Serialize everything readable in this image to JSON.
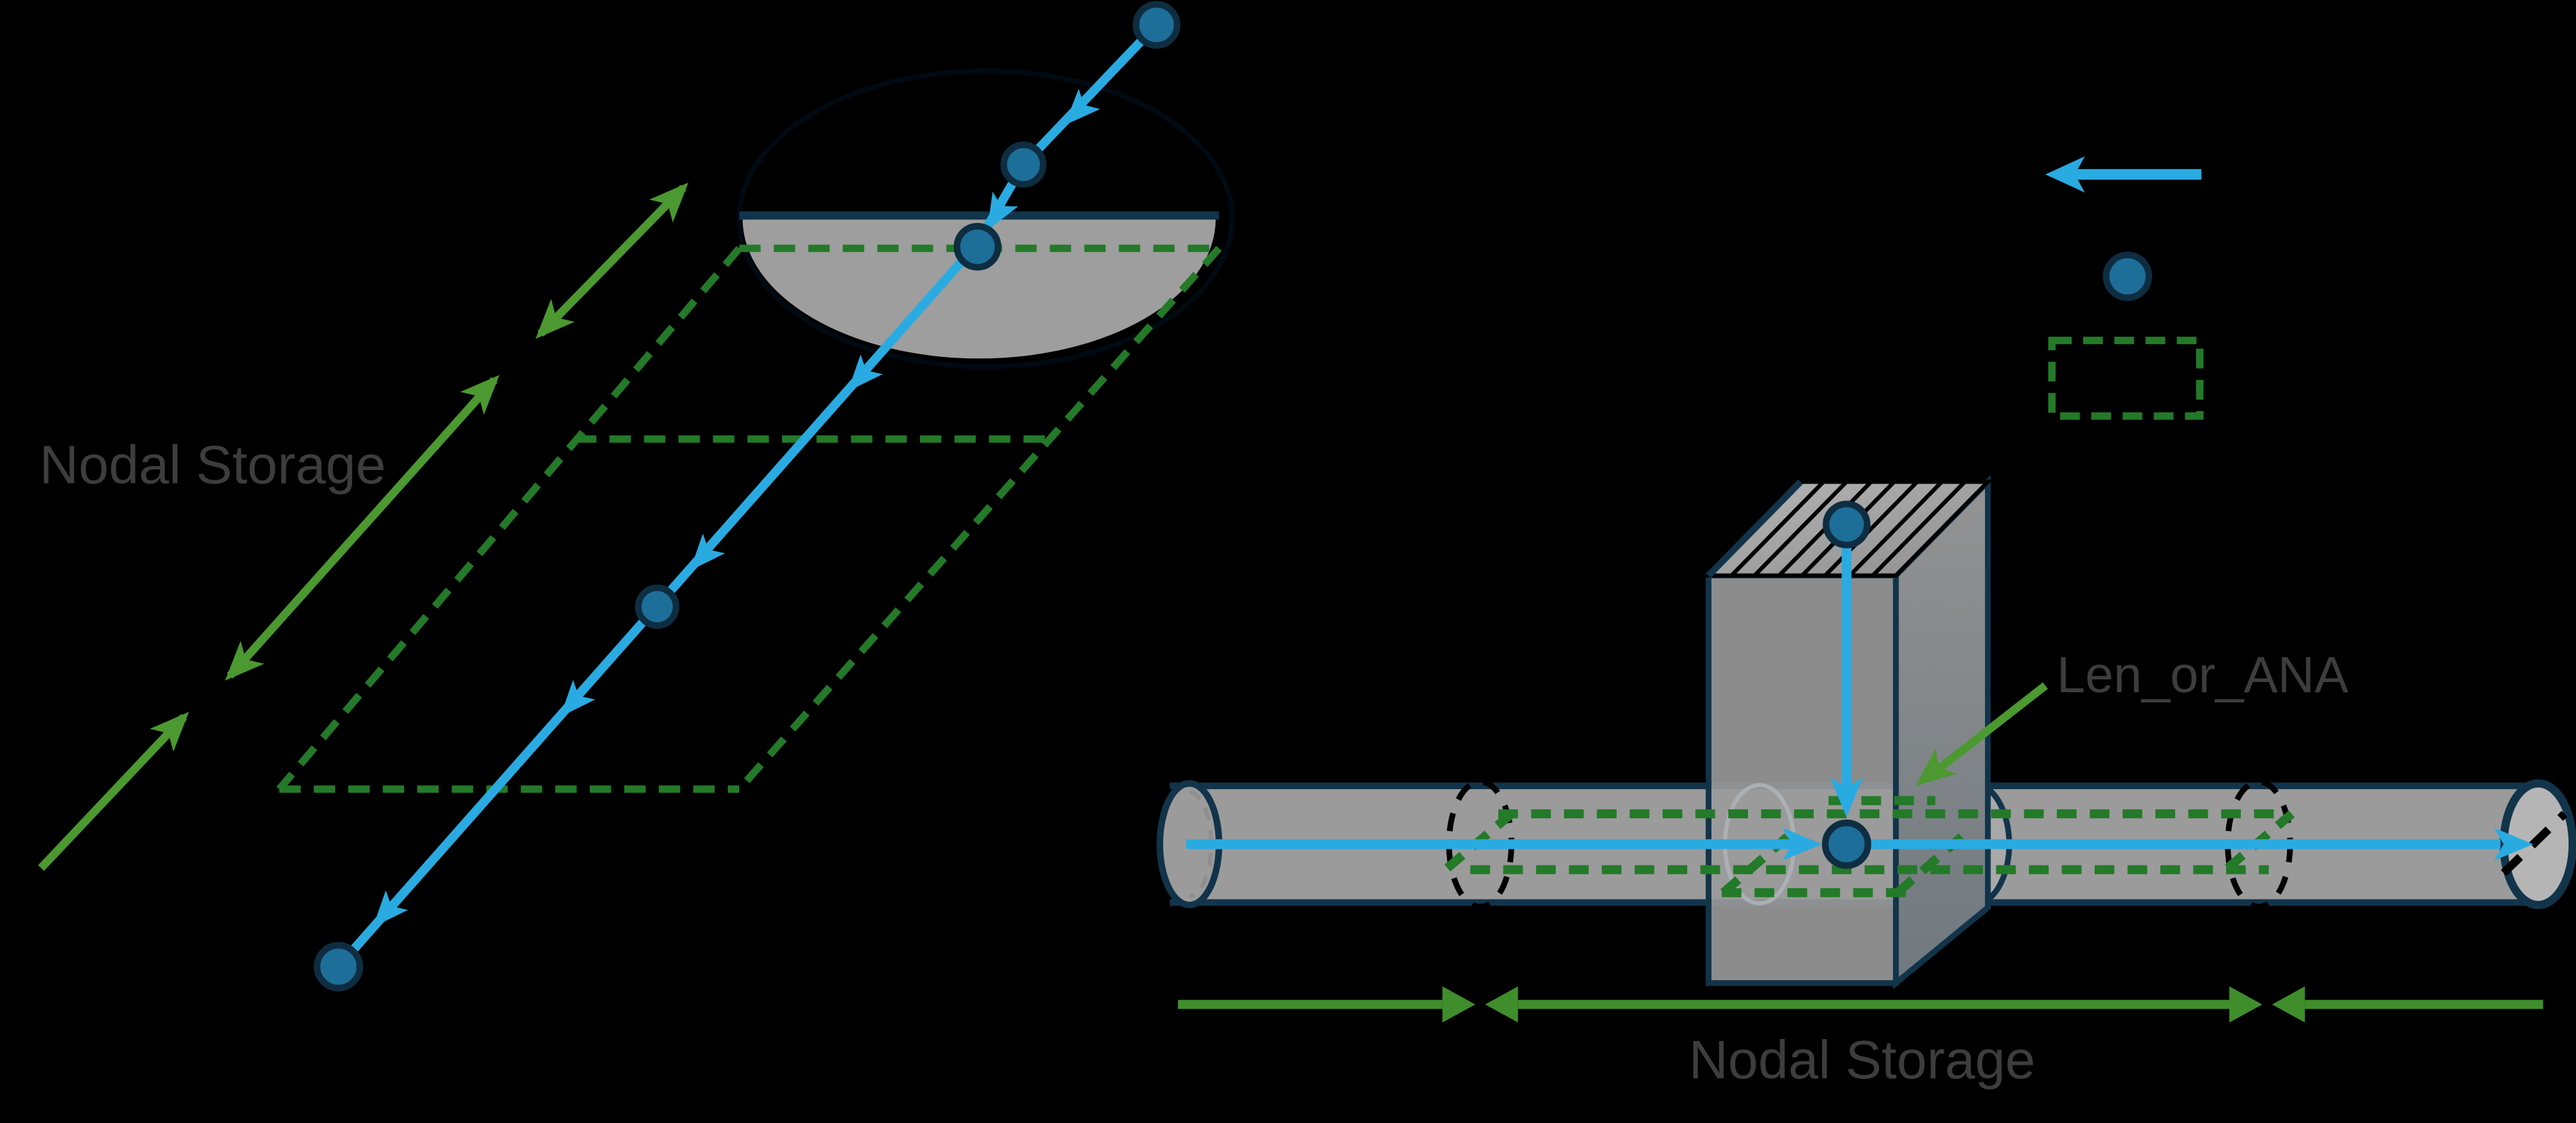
{
  "figure": {
    "left_panel": {
      "storage_label": "Nodal Storage",
      "shape": "dish-with-trajectory",
      "trajectory_dot_count": 5
    },
    "right_panel": {
      "annotation_label": "Len_or_ANA",
      "storage_label": "Nodal Storage",
      "shape": "pipe-with-junction-box"
    },
    "legend": {
      "items": [
        {
          "id": "trajectory-arrow",
          "icon": "blue-arrow-icon"
        },
        {
          "id": "node-dot",
          "icon": "blue-dot-icon"
        },
        {
          "id": "storage-region",
          "icon": "green-dashed-rect-icon"
        }
      ]
    }
  },
  "colors": {
    "background": "#000000",
    "blue": "#29abe2",
    "dot_fill": "#1d6e99",
    "dot_ring": "#0e2d41",
    "navy": "#12344a",
    "gray": "#9b9b9b",
    "gray_light": "#b5b5b5",
    "green_solid": "#4b9930",
    "green_dashed": "#237a28",
    "green_dim": "#3f8e2b",
    "text": "#3d3d3d"
  }
}
